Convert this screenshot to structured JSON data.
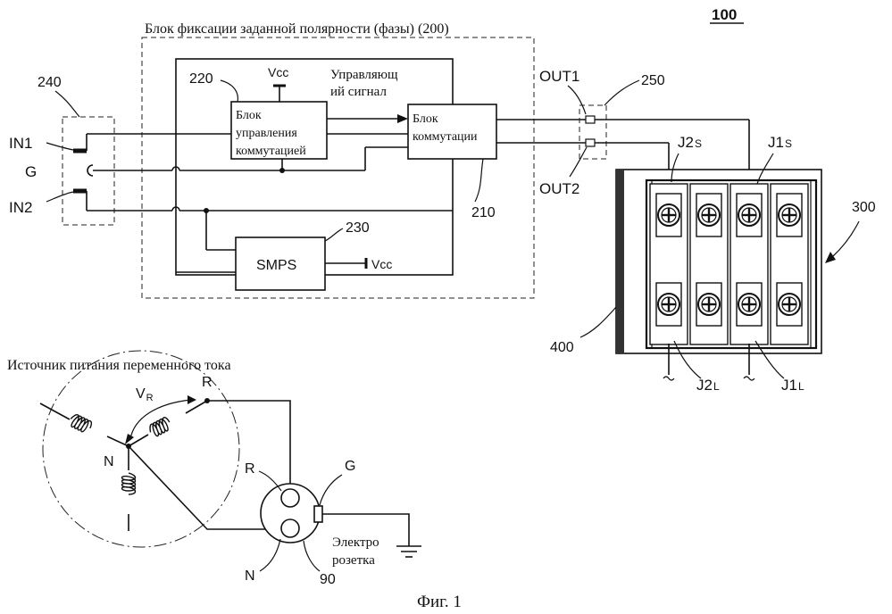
{
  "figure": {
    "ref_number": "100",
    "caption": "Фиг. 1"
  },
  "polarity_unit": {
    "title": "Блок фиксации заданной полярности (фазы) (200)"
  },
  "blocks": {
    "switch_control": {
      "line1": "Блок",
      "line2": "управления",
      "line3": "коммутацией",
      "ref": "220"
    },
    "switching": {
      "line1": "Блок",
      "line2": "коммутации",
      "ref": "210"
    },
    "smps": {
      "label": "SMPS",
      "ref": "230"
    }
  },
  "labels": {
    "vcc_top": "Vcc",
    "vcc_smps": "Vcc",
    "control_signal_line1": "Управляющ",
    "control_signal_line2": "ий сигнал",
    "in1": "IN1",
    "g_in": "G",
    "in2": "IN2",
    "ref_240": "240",
    "out1": "OUT1",
    "out2": "OUT2",
    "ref_250": "250",
    "ref_300": "300",
    "ref_400": "400",
    "j2s_main": "J2",
    "j2s_sub": "S",
    "j1s_main": "J1",
    "j1s_sub": "S",
    "j2l_main": "J2",
    "j2l_sub": "L",
    "j1l_main": "J1",
    "j1l_sub": "L"
  },
  "ac_source": {
    "title": "Источник питания переменного тока",
    "vr_main": "V",
    "vr_sub": "R",
    "r_terminal": "R",
    "n_neutral": "N",
    "socket_r": "R",
    "socket_n": "N",
    "socket_g": "G",
    "socket_label_line1": "Электро",
    "socket_label_line2": "розетка",
    "socket_ref": "90"
  }
}
